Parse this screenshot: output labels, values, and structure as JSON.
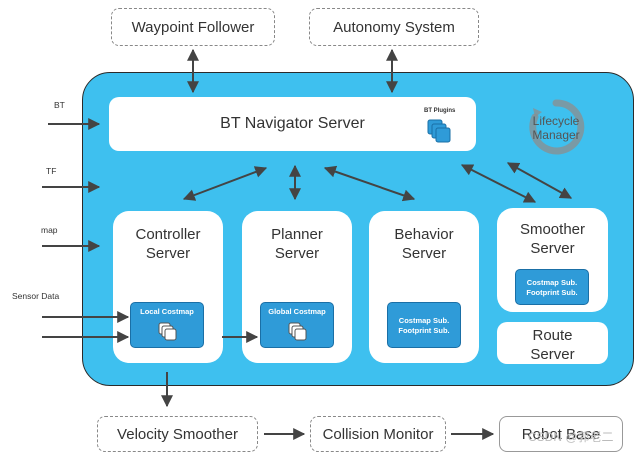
{
  "top": {
    "waypoint_follower": "Waypoint Follower",
    "autonomy_system": "Autonomy System"
  },
  "inputs": {
    "bt": "BT",
    "tf": "TF",
    "map": "map",
    "sensor_data": "Sensor Data"
  },
  "bt_navigator": {
    "label": "BT Navigator Server",
    "plugins": "BT Plugins"
  },
  "lifecycle": {
    "line1": "Lifecycle",
    "line2": "Manager"
  },
  "servers": {
    "controller": {
      "line1": "Controller",
      "line2": "Server",
      "sub": "Local Costmap"
    },
    "planner": {
      "line1": "Planner",
      "line2": "Server",
      "sub": "Global Costmap"
    },
    "behavior": {
      "line1": "Behavior",
      "line2": "Server",
      "sub1": "Costmap Sub.",
      "sub2": "Footprint Sub."
    },
    "smoother": {
      "line1": "Smoother",
      "line2": "Server",
      "sub1": "Costmap Sub.",
      "sub2": "Footprint Sub."
    },
    "route": {
      "line1": "Route",
      "line2": "Server"
    }
  },
  "bottom": {
    "velocity_smoother": "Velocity Smoother",
    "collision_monitor": "Collision Monitor",
    "robot_base": "Robot Base"
  },
  "watermark": "CSDN @郭老二",
  "colors": {
    "panel": "#3ec0ef",
    "sub_box": "#2f9bd8",
    "arrow": "#444444"
  },
  "icons": [
    "stacked-layers-icon",
    "lifecycle-ring-icon"
  ]
}
